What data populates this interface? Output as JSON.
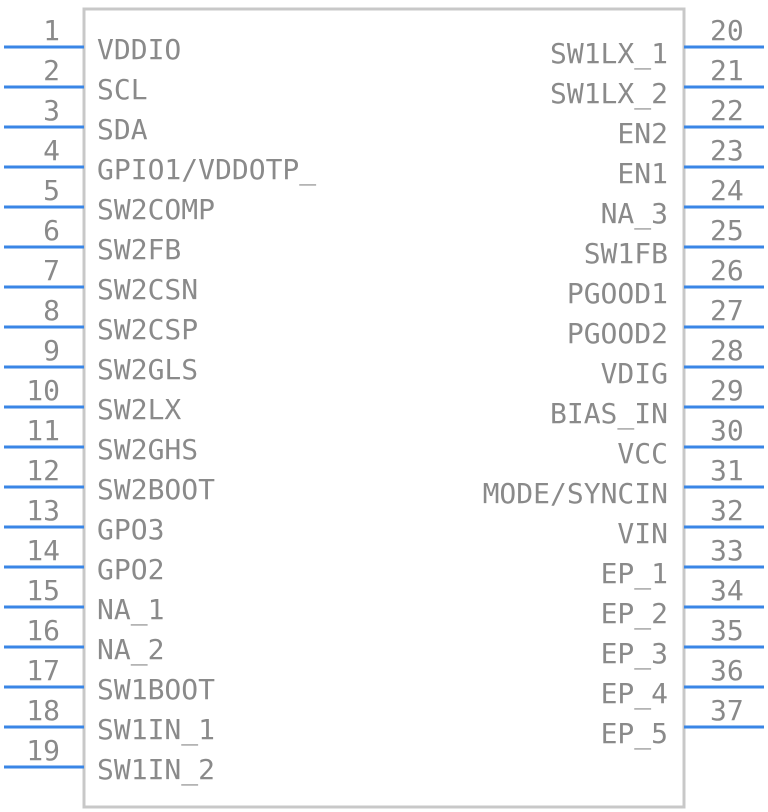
{
  "colors": {
    "pin": "#3a86e6",
    "text": "#8a8a8a",
    "outline": "#c8c8c8",
    "background": "#ffffff"
  },
  "left_pins": [
    {
      "number": "1",
      "name": "VDDIO"
    },
    {
      "number": "2",
      "name": "SCL"
    },
    {
      "number": "3",
      "name": "SDA"
    },
    {
      "number": "4",
      "name": "GPIO1/VDDOTP_"
    },
    {
      "number": "5",
      "name": "SW2COMP"
    },
    {
      "number": "6",
      "name": "SW2FB"
    },
    {
      "number": "7",
      "name": "SW2CSN"
    },
    {
      "number": "8",
      "name": "SW2CSP"
    },
    {
      "number": "9",
      "name": "SW2GLS"
    },
    {
      "number": "10",
      "name": "SW2LX"
    },
    {
      "number": "11",
      "name": "SW2GHS"
    },
    {
      "number": "12",
      "name": "SW2BOOT"
    },
    {
      "number": "13",
      "name": "GPO3"
    },
    {
      "number": "14",
      "name": "GPO2"
    },
    {
      "number": "15",
      "name": "NA_1"
    },
    {
      "number": "16",
      "name": "NA_2"
    },
    {
      "number": "17",
      "name": "SW1BOOT"
    },
    {
      "number": "18",
      "name": "SW1IN_1"
    },
    {
      "number": "19",
      "name": "SW1IN_2"
    }
  ],
  "right_pins": [
    {
      "number": "20",
      "name": "SW1LX_1"
    },
    {
      "number": "21",
      "name": "SW1LX_2"
    },
    {
      "number": "22",
      "name": "EN2"
    },
    {
      "number": "23",
      "name": "EN1"
    },
    {
      "number": "24",
      "name": "NA_3"
    },
    {
      "number": "25",
      "name": "SW1FB"
    },
    {
      "number": "26",
      "name": "PGOOD1"
    },
    {
      "number": "27",
      "name": "PGOOD2"
    },
    {
      "number": "28",
      "name": "VDIG"
    },
    {
      "number": "29",
      "name": "BIAS_IN"
    },
    {
      "number": "30",
      "name": "VCC"
    },
    {
      "number": "31",
      "name": "MODE/SYNCIN"
    },
    {
      "number": "32",
      "name": "VIN"
    },
    {
      "number": "33",
      "name": "EP_1"
    },
    {
      "number": "34",
      "name": "EP_2"
    },
    {
      "number": "35",
      "name": "EP_3"
    },
    {
      "number": "36",
      "name": "EP_4"
    },
    {
      "number": "37",
      "name": "EP_5"
    }
  ]
}
